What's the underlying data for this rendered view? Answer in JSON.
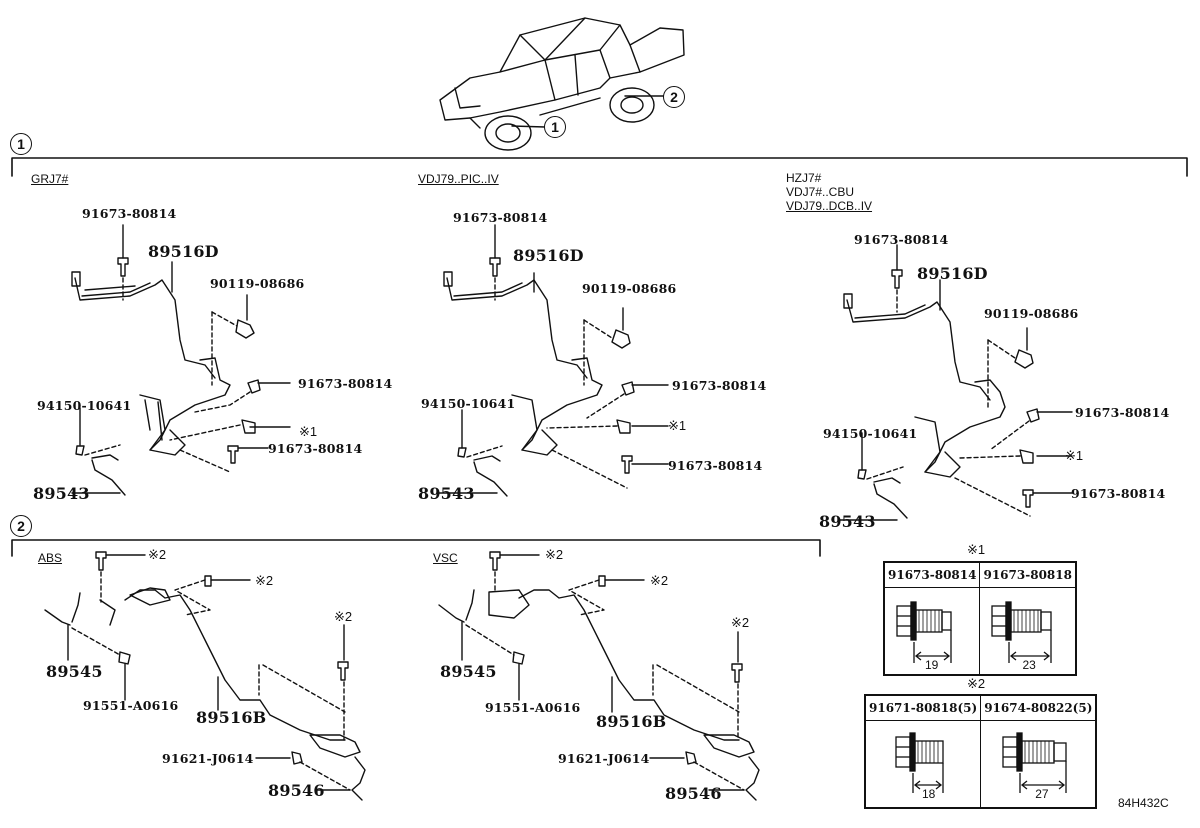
{
  "diagram": {
    "illustration_code": "84H432C",
    "vehicle": {
      "callouts": [
        "1",
        "2"
      ]
    },
    "sections": [
      {
        "id": "1",
        "variants": [
          {
            "labels": [
              "GRJ7#"
            ],
            "parts": {
              "top_bolt": "91673-80814",
              "harness": "89516D",
              "bolt_upper_right": "90119-08686",
              "bolt_mid_right": "91673-80814",
              "bolt_ref": "※1",
              "bolt_lower_right": "91673-80814",
              "clip": "94150-10641",
              "sensor": "89543"
            }
          },
          {
            "labels": [
              "VDJ79..PIC..IV"
            ],
            "parts": {
              "top_bolt": "91673-80814",
              "harness": "89516D",
              "bolt_upper_right": "90119-08686",
              "bolt_mid_right": "91673-80814",
              "bolt_ref": "※1",
              "bolt_lower_right": "91673-80814",
              "clip": "94150-10641",
              "sensor": "89543"
            }
          },
          {
            "labels": [
              "HZJ7#",
              "VDJ7#..CBU",
              "VDJ79..DCB..IV"
            ],
            "parts": {
              "top_bolt": "91673-80814",
              "harness": "89516D",
              "bolt_upper_right": "90119-08686",
              "bolt_mid_right": "91673-80814",
              "bolt_ref": "※1",
              "bolt_lower_right": "91673-80814",
              "clip": "94150-10641",
              "sensor": "89543"
            }
          }
        ]
      },
      {
        "id": "2",
        "variants": [
          {
            "labels": [
              "ABS"
            ],
            "parts": {
              "bolt_ref_top": "※2",
              "bolt_ref_upper": "※2",
              "bolt_ref_right": "※2",
              "sensor_front": "89545",
              "bolt_front": "91551-A0616",
              "harness": "89516B",
              "bolt_rear": "91621-J0614",
              "sensor_rear": "89546"
            }
          },
          {
            "labels": [
              "VSC"
            ],
            "parts": {
              "bolt_ref_top": "※2",
              "bolt_ref_upper": "※2",
              "bolt_ref_right": "※2",
              "sensor_front": "89545",
              "bolt_front": "91551-A0616",
              "harness": "89516B",
              "bolt_rear": "91621-J0614",
              "sensor_rear": "89546"
            }
          }
        ]
      }
    ],
    "reference_tables": [
      {
        "title": "※1",
        "columns": [
          {
            "part": "91673-80814",
            "length": "19"
          },
          {
            "part": "91673-80818",
            "length": "23"
          }
        ]
      },
      {
        "title": "※2",
        "columns": [
          {
            "part": "91671-80818(5)",
            "length": "18"
          },
          {
            "part": "91674-80822(5)",
            "length": "27"
          }
        ]
      }
    ]
  }
}
